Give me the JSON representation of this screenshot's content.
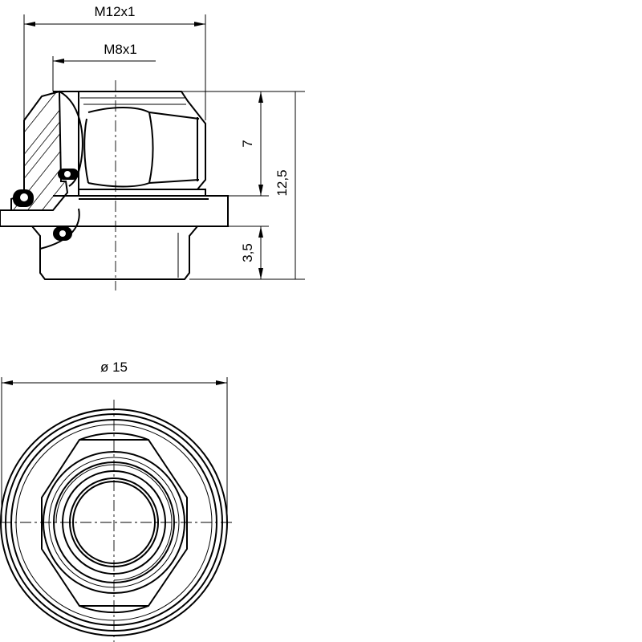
{
  "side_view": {
    "dim_outer_thread": "M12x1",
    "dim_inner_thread": "M8x1",
    "dim_hex_height": "7",
    "dim_total_height": "12,5",
    "dim_spigot_height": "3,5"
  },
  "top_view": {
    "dim_diameter": "ø 15"
  }
}
